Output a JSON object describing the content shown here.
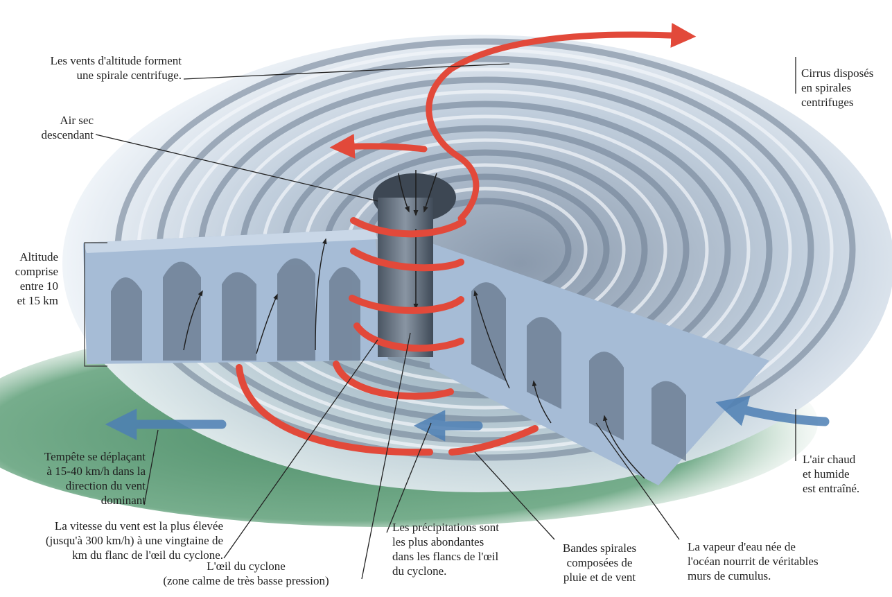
{
  "labels": {
    "upper_winds": "Les vents d'altitude forment\nune spirale centrifuge.",
    "dry_air": "Air sec\ndescendant",
    "cirrus": "Cirrus disposés\nen spirales\ncentrifuges",
    "altitude": "Altitude\ncomprise\nentre 10\net 15 km",
    "storm_motion": "Tempête se déplaçant\nà 15-40 km/h dans la\ndirection du vent\ndominant",
    "max_wind": "La vitesse du vent est la plus élevée\n(jusqu'à 300 km/h) à une vingtaine de\nkm du flanc de l'œil du cyclone.",
    "eye": "L'œil du cyclone\n(zone calme de très basse pression)",
    "precip": "Les précipitations sont\nles plus abondantes\ndans les flancs de l'œil\ndu cyclone.",
    "bands": "Bandes spirales\ncomposées de\npluie et de vent",
    "vapor": "La vapeur d'eau née de\nl'océan nourrit de véritables\nmurs de cumulus.",
    "warm_air": "L'air chaud\net humide\nest entraîné."
  },
  "colors": {
    "cloud_light": "#eef3f8",
    "cloud_mid": "#a9bcd2",
    "cloud_dark": "#5d6f84",
    "wall_face": "#a6bcd6",
    "ocean": "#3f8a5c",
    "warm_flow": "#e2493a",
    "cool_flow": "#4d7fb4",
    "leader": "#222222"
  }
}
